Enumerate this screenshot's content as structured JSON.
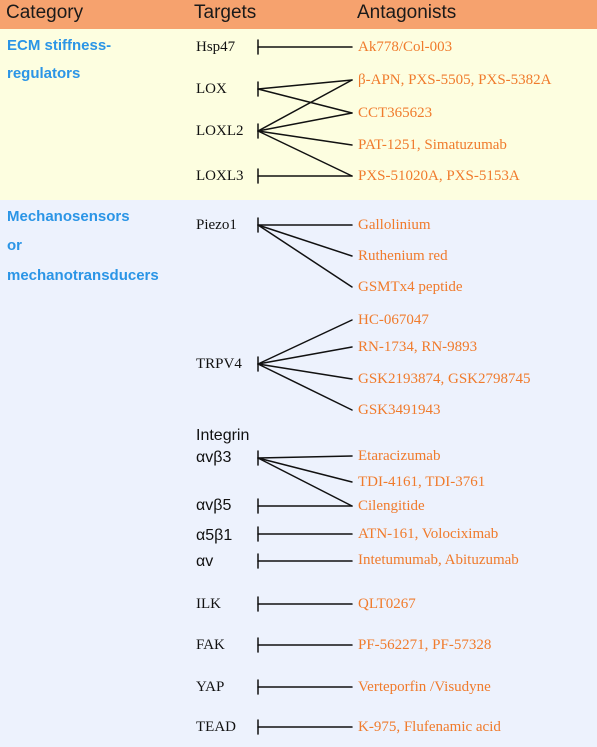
{
  "header": {
    "category": "Category",
    "targets": "Targets",
    "antagonists": "Antagonists"
  },
  "categories": {
    "ecm": [
      "ECM stiffness-",
      "regulators"
    ],
    "mech": [
      "Mechanosensors",
      "or",
      "mechanotransducers"
    ]
  },
  "targets": {
    "hsp47": "Hsp47",
    "lox": "LOX",
    "loxl2": "LOXL2",
    "loxl3": "LOXL3",
    "piezo1": "Piezo1",
    "trpv4": "TRPV4",
    "integrin": "Integrin",
    "avb3": "αvβ3",
    "avb5": "αvβ5",
    "a5b1": "α5β1",
    "av": "αv",
    "ilk": "ILK",
    "fak": "FAK",
    "yap": "YAP",
    "tead": "TEAD"
  },
  "antagonists": {
    "ak778": "Ak778/Col-003",
    "bapn": "β-APN, PXS-5505, PXS-5382A",
    "cct": "CCT365623",
    "pat": "PAT-1251, Simatuzumab",
    "pxs": "PXS-51020A, PXS-5153A",
    "gallolinium": "Gallolinium",
    "ruthenium": "Ruthenium red",
    "gsmtx4": "GSMTx4 peptide",
    "hc": "HC-067047",
    "rn": "RN-1734, RN-9893",
    "gsk21": "GSK2193874, GSK2798745",
    "gsk34": "GSK3491943",
    "etaracizumab": "Etaracizumab",
    "tdi": "TDI-4161, TDI-3761",
    "cilengitide": "Cilengitide",
    "atn": "ATN-161, Volociximab",
    "intetumumab": "Intetumumab, Abituzumab",
    "qlt": "QLT0267",
    "pf": "PF-562271, PF-57328",
    "verteporfin": "Verteporfin /Visudyne",
    "k975": "K-975, Flufenamic acid"
  },
  "colors": {
    "header_bg": "#f6a26e",
    "ecm_bg": "#fdfee0",
    "mech_bg": "#edf2fd",
    "category_text": "#2b95e6",
    "antagonist_text": "#f07b2c"
  }
}
